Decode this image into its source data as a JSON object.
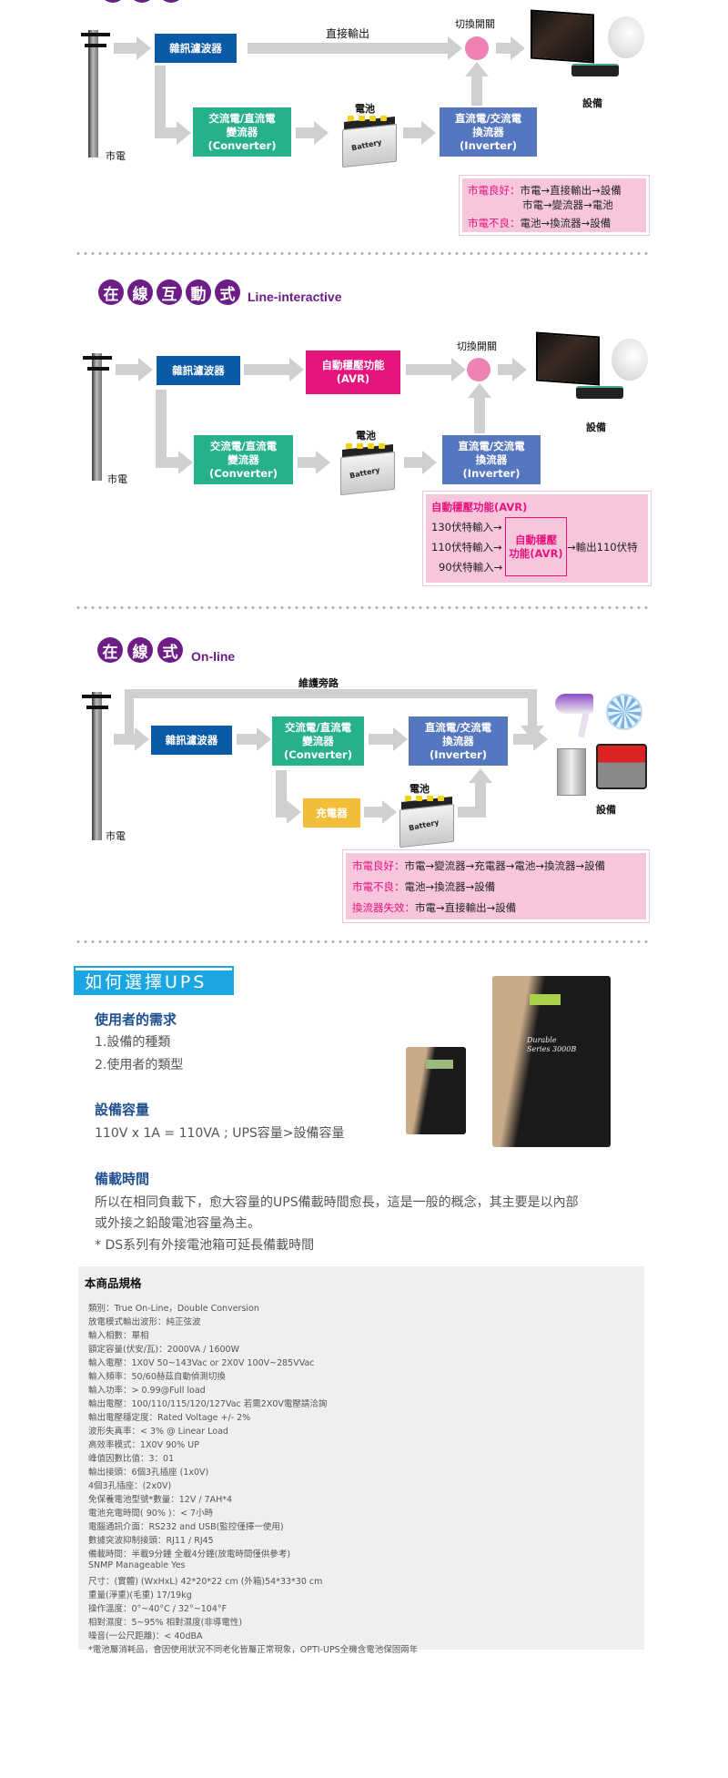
{
  "top_partial": {
    "pills": [
      "",
      "",
      ""
    ]
  },
  "section1": {
    "pole_label": "市電",
    "filter": "雜訊濾波器",
    "direct_label": "直接輸出",
    "switch_label": "切換開關",
    "converter": [
      "交流電/直流電",
      "變流器",
      "(Converter)"
    ],
    "battery_label": "電池",
    "battery_text": "Battery",
    "inverter": [
      "直流電/交流電",
      "換流器",
      "(Inverter)"
    ],
    "devices_label": "設備",
    "legend": {
      "good_key": "市電良好",
      "good_line1": "市電→直接輸出→設備",
      "good_line2": "市電→變流器→電池",
      "bad_key": "市電不良",
      "bad_line": "電池→換流器→設備",
      "sep": "："
    }
  },
  "section2": {
    "title_chars": [
      "在",
      "線",
      "互",
      "動",
      "式"
    ],
    "title_en": "Line-interactive",
    "pole_label": "市電",
    "filter": "雜訊濾波器",
    "avr": [
      "自動穩壓功能",
      "(AVR)"
    ],
    "switch_label": "切換開關",
    "converter": [
      "交流電/直流電",
      "變流器",
      "(Converter)"
    ],
    "battery_label": "電池",
    "battery_text": "Battery",
    "inverter": [
      "直流電/交流電",
      "換流器",
      "(Inverter)"
    ],
    "devices_label": "設備",
    "legend": {
      "title": "自動穩壓功能(AVR)",
      "inputs": [
        "130伏特輸入→",
        "110伏特輸入→",
        "90伏特輸入→"
      ],
      "center": [
        "自動穩壓",
        "功能(AVR)"
      ],
      "output": "→輸出110伏特"
    }
  },
  "section3": {
    "title_chars": [
      "在",
      "線",
      "式"
    ],
    "title_en": "On-line",
    "bypass_label": "維護旁路",
    "pole_label": "市電",
    "filter": "雜訊濾波器",
    "converter": [
      "交流電/直流電",
      "變流器",
      "(Converter)"
    ],
    "inverter": [
      "直流電/交流電",
      "換流器",
      "(Inverter)"
    ],
    "charger": "充電器",
    "battery_label": "電池",
    "battery_text": "Battery",
    "devices_label": "設備",
    "legend": {
      "sep": "：",
      "rows": [
        {
          "key": "市電良好",
          "value": "市電→變流器→充電器→電池→換流器→設備"
        },
        {
          "key": "市電不良",
          "value": "電池→換流器→設備"
        },
        {
          "key": "換流器失效",
          "value": "市電→直接輸出→設備"
        }
      ]
    }
  },
  "howto": {
    "header": "如何選擇UPS",
    "needs_heading": "使用者的需求",
    "needs_items": [
      "1.設備的種類",
      "2.使用者的類型"
    ],
    "capacity_heading": "設備容量",
    "capacity_text": "110V x 1A = 110VA ; UPS容量>設備容量",
    "backup_heading": "備載時間",
    "backup_text_1": "所以在相同負載下，愈大容量的UPS備載時間愈長，這是一般的概念，其主要是以內部",
    "backup_text_2": "或外接之鉛酸電池容量為主。",
    "backup_note": "* DS系列有外接電池箱可延長備載時間",
    "product_large_label": "Durable Series 3000B"
  },
  "spec": {
    "title": "本商品規格",
    "lines": [
      "類別：True On-Line，Double Conversion",
      "放電模式輸出波形：純正弦波",
      "輸入相數：單相",
      "額定容量(伏安/瓦)：2000VA / 1600W",
      "輸入電壓：1X0V 50~143Vac or 2X0V 100V~285VVac",
      "輸入頻率：50/60赫茲自動偵測切換",
      "輸入功率：> 0.99@Full load",
      "輸出電壓：100/110/115/120/127Vac 若需2X0V電壓請洽詢",
      "輸出電壓穩定度：Rated Voltage +/- 2%",
      "波形失真率：< 3% @ Linear Load",
      "高效率模式：1X0V 90% UP",
      "峰值因數比值：3：01",
      "輸出接頭：6個3孔插座 (1x0V)",
      "4個3孔插座：(2x0V)",
      "免保養電池型號*數量：12V / 7AH*4",
      "電池充電時間( 90% )：< 7小時",
      "電腦通訊介面：RS232 and USB(監控僅擇一使用)",
      "數據突波抑制接頭：RJ11 / RJ45",
      "備載時間：半載9分鐘 全載4分鐘(放電時間僅供參考)",
      "SNMP Manageable Yes",
      "尺寸：(實體) (WxHxL) 42*20*22 cm (外箱)54*33*30 cm",
      "重量(淨重)(毛重) 17/19kg",
      "操作溫度：0°~40°C / 32°~104°F",
      "相對濕度：5~95% 相對濕度(非導電性)",
      "噪音(一公尺距離)：< 40dBA",
      "*電池屬消耗品，會因使用狀況不同老化皆屬正常現象，OPTI-UPS全機含電池保固兩年"
    ]
  },
  "colors": {
    "purple": "#6c1d86",
    "filter_blue": "#0b5aa8",
    "converter_green": "#27b08c",
    "inverter_blue": "#5577c0",
    "avr_magenta": "#e6147f",
    "charger_yellow": "#f2bd38",
    "legend_pink": "#f7c6dd",
    "header_cyan": "#1aa7e1",
    "heading_navy": "#1e4f8f",
    "spec_bg": "#efefef"
  }
}
